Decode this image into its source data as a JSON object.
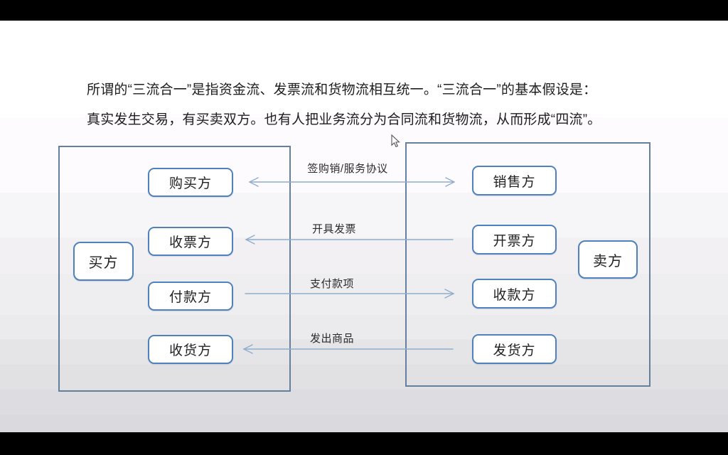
{
  "slide": {
    "intro": {
      "line1": "所谓的“三流合一”是指资金流、发票流和货物流相互统一。“三流合一”的基本假设是：",
      "line2": "真实发生交易，有买卖双方。也有人把业务流分为合同流和货物流，从而形成“四流”。"
    }
  },
  "diagram": {
    "buyer_group": {
      "side_label": "买方",
      "roles": [
        "购买方",
        "收票方",
        "付款方",
        "收货方"
      ]
    },
    "seller_group": {
      "side_label": "卖方",
      "roles": [
        "销售方",
        "开票方",
        "收款方",
        "发货方"
      ]
    },
    "flows": [
      {
        "label": "签购销/服务协议",
        "direction": "both"
      },
      {
        "label": "开具发票",
        "direction": "left"
      },
      {
        "label": "支付款项",
        "direction": "right"
      },
      {
        "label": "发出商品",
        "direction": "left"
      }
    ],
    "colors": {
      "role_box_border": "#4f81bd",
      "group_frame_border": "#64809e",
      "arrow": "#8fadcd"
    }
  }
}
